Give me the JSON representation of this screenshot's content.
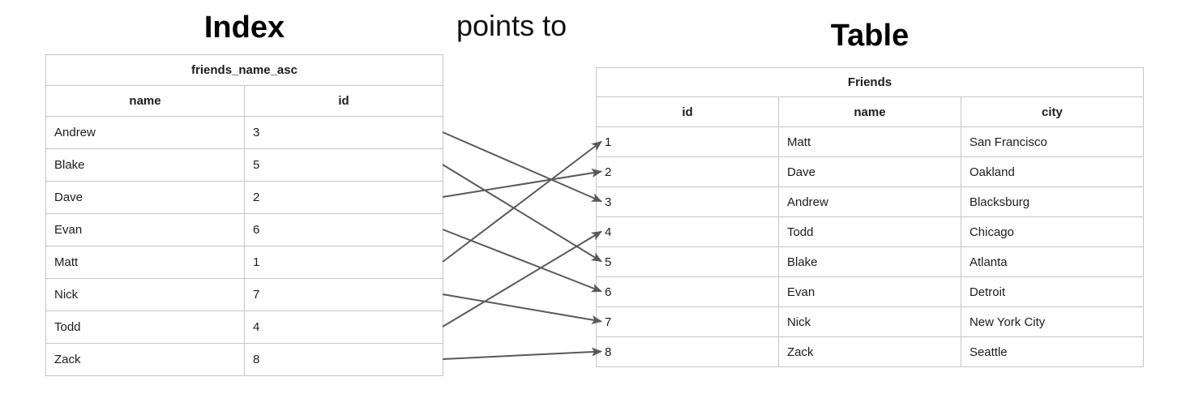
{
  "diagram": {
    "index_title": "Index",
    "relation_label": "points to",
    "table_title": "Table"
  },
  "index_table": {
    "name": "friends_name_asc",
    "columns": [
      "name",
      "id"
    ],
    "rows": [
      {
        "name": "Andrew",
        "id": "3"
      },
      {
        "name": "Blake",
        "id": "5"
      },
      {
        "name": "Dave",
        "id": "2"
      },
      {
        "name": "Evan",
        "id": "6"
      },
      {
        "name": "Matt",
        "id": "1"
      },
      {
        "name": "Nick",
        "id": "7"
      },
      {
        "name": "Todd",
        "id": "4"
      },
      {
        "name": "Zack",
        "id": "8"
      }
    ]
  },
  "friends_table": {
    "name": "Friends",
    "columns": [
      "id",
      "name",
      "city"
    ],
    "rows": [
      {
        "id": "1",
        "name": "Matt",
        "city": "San Francisco"
      },
      {
        "id": "2",
        "name": "Dave",
        "city": "Oakland"
      },
      {
        "id": "3",
        "name": "Andrew",
        "city": "Blacksburg"
      },
      {
        "id": "4",
        "name": "Todd",
        "city": "Chicago"
      },
      {
        "id": "5",
        "name": "Blake",
        "city": "Atlanta"
      },
      {
        "id": "6",
        "name": "Evan",
        "city": "Detroit"
      },
      {
        "id": "7",
        "name": "Nick",
        "city": "New York City"
      },
      {
        "id": "8",
        "name": "Zack",
        "city": "Seattle"
      }
    ]
  },
  "arrows": [
    {
      "from_name": "Andrew",
      "to_id": "3"
    },
    {
      "from_name": "Blake",
      "to_id": "5"
    },
    {
      "from_name": "Dave",
      "to_id": "2"
    },
    {
      "from_name": "Evan",
      "to_id": "6"
    },
    {
      "from_name": "Matt",
      "to_id": "1"
    },
    {
      "from_name": "Nick",
      "to_id": "7"
    },
    {
      "from_name": "Todd",
      "to_id": "4"
    },
    {
      "from_name": "Zack",
      "to_id": "8"
    }
  ],
  "colors": {
    "border": "#c6c6c6",
    "text": "#1c1c1c",
    "arrow": "#595959"
  }
}
